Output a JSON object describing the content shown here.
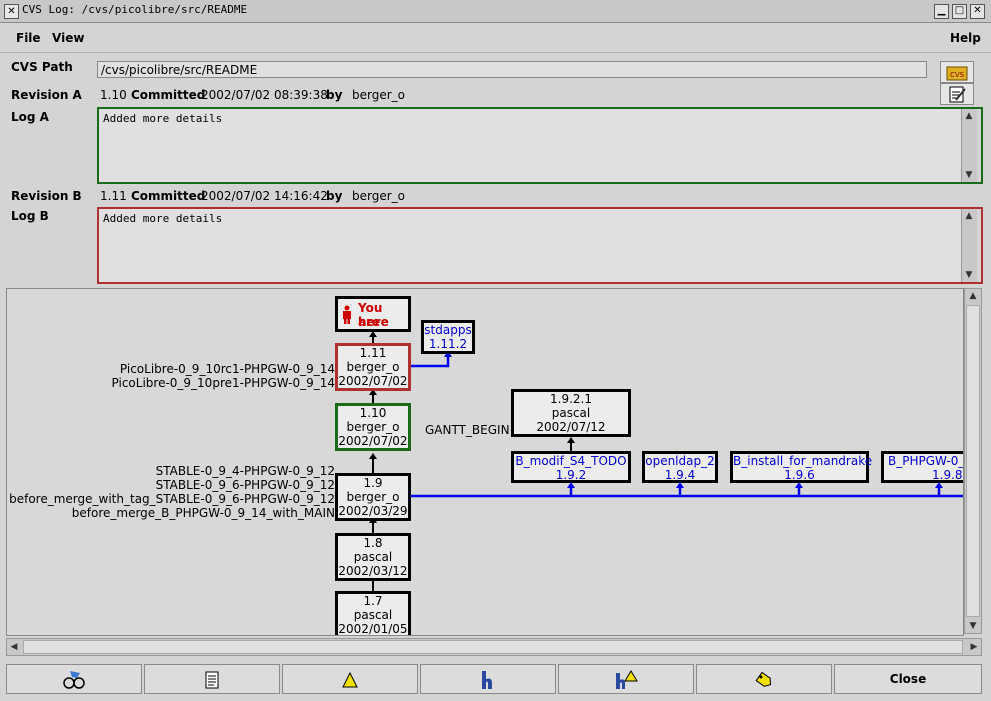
{
  "window": {
    "title": "CVS Log: /cvs/picolibre/src/README"
  },
  "menu": {
    "file": "File",
    "view": "View",
    "help": "Help"
  },
  "cvs_path": {
    "label": "CVS Path",
    "value": "/cvs/picolibre/src/README"
  },
  "revision_a": {
    "label": "Revision A",
    "rev": "1.10",
    "committed": "Committed",
    "date": "2002/07/02 08:39:38",
    "by": "by",
    "author": "berger_o"
  },
  "log_a": {
    "label": "Log A",
    "text": "Added more details"
  },
  "revision_b": {
    "label": "Revision B",
    "rev": "1.11",
    "committed": "Committed",
    "date": "2002/07/02 14:16:42",
    "by": "by",
    "author": "berger_o"
  },
  "log_b": {
    "label": "Log B",
    "text": "Added more details"
  },
  "toolbar": {
    "cvs_icon": "CVS"
  },
  "graph": {
    "here": {
      "line1": "You are",
      "line2": "here"
    },
    "nodes": [
      {
        "id": "r111",
        "rev": "1.11",
        "author": "berger_o",
        "date": "2002/07/02"
      },
      {
        "id": "r110",
        "rev": "1.10",
        "author": "berger_o",
        "date": "2002/07/02"
      },
      {
        "id": "r19",
        "rev": "1.9",
        "author": "berger_o",
        "date": "2002/03/29"
      },
      {
        "id": "r18",
        "rev": "1.8",
        "author": "pascal",
        "date": "2002/03/12"
      },
      {
        "id": "r17",
        "rev": "1.7",
        "author": "pascal",
        "date": "2002/01/05"
      },
      {
        "id": "r1921",
        "rev": "1.9.2.1",
        "author": "pascal",
        "date": "2002/07/12"
      }
    ],
    "branches": [
      {
        "name": "stdapps",
        "rev": "1.11.2"
      },
      {
        "name": "B_modif_S4_TODO",
        "rev": "1.9.2"
      },
      {
        "name": "openldap_2",
        "rev": "1.9.4"
      },
      {
        "name": "B_install_for_mandrake",
        "rev": "1.9.6"
      },
      {
        "name": "B_PHPGW-0_",
        "rev": "1.9.8"
      }
    ],
    "tags_r111": [
      "PicoLibre-0_9_10rc1-PHPGW-0_9_14",
      "PicoLibre-0_9_10pre1-PHPGW-0_9_14"
    ],
    "tags_r19": [
      "STABLE-0_9_4-PHPGW-0_9_12",
      "STABLE-0_9_6-PHPGW-0_9_12",
      "before_merge_with_tag_STABLE-0_9_6-PHPGW-0_9_12",
      "before_merge_B_PHPGW-0_9_14_with_MAIN"
    ],
    "tag_r1921": "GANTT_BEGIN"
  },
  "buttons": {
    "close": "Close"
  },
  "colors": {
    "branch_line": "#0000ee",
    "revision_a_border": "#1a6a1a",
    "revision_b_border": "#b03030",
    "here_text": "#cc0000"
  }
}
